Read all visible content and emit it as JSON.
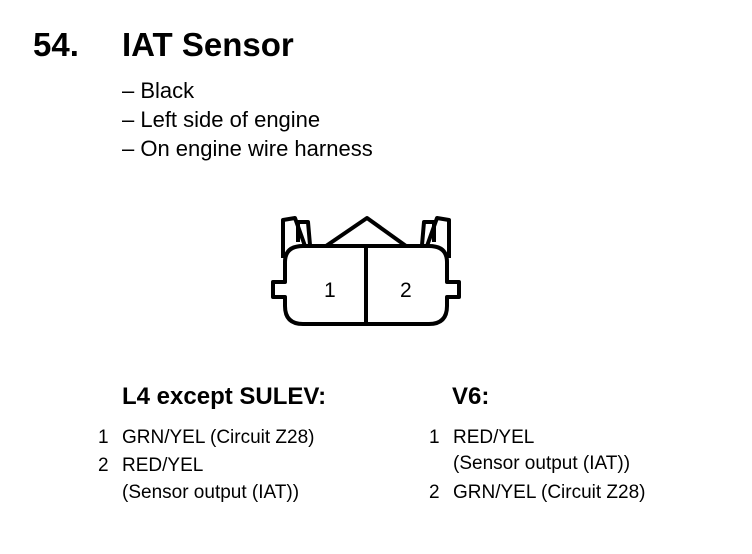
{
  "component": {
    "number": "54.",
    "title": "IAT Sensor",
    "details": [
      "– Black",
      "– Left side of engine",
      "– On engine wire harness"
    ]
  },
  "connector": {
    "pins": [
      "1",
      "2"
    ]
  },
  "variants": [
    {
      "heading": "L4 except SULEV:",
      "pins": [
        {
          "pin": "1",
          "lines": [
            "GRN/YEL (Circuit Z28)"
          ]
        },
        {
          "pin": "2",
          "lines": [
            "RED/YEL",
            "(Sensor output (IAT))"
          ]
        }
      ]
    },
    {
      "heading": "V6:",
      "pins": [
        {
          "pin": "1",
          "lines": [
            "RED/YEL",
            "(Sensor output (IAT))"
          ]
        },
        {
          "pin": "2",
          "lines": [
            "GRN/YEL (Circuit Z28)"
          ]
        }
      ]
    }
  ]
}
